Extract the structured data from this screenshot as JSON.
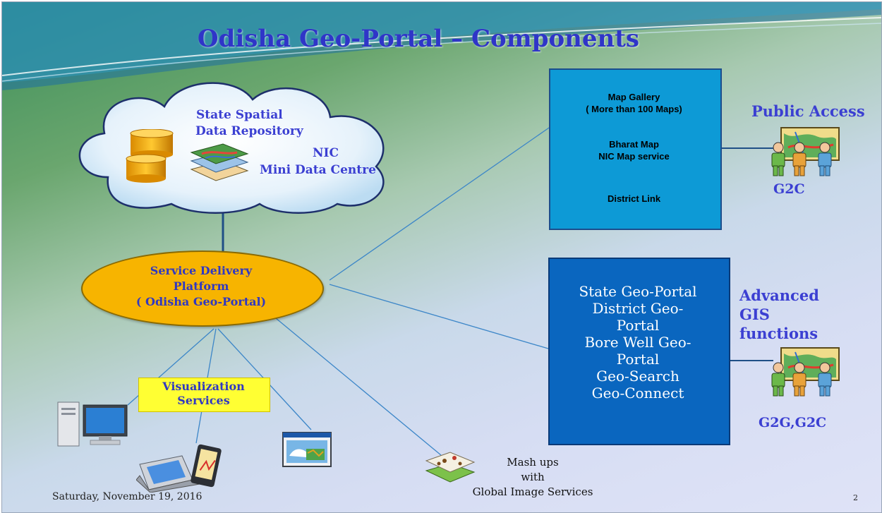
{
  "slide": {
    "title": "Odisha Geo-Portal – Components",
    "footer_date": "Saturday, November 19, 2016",
    "page_number": "2"
  },
  "repository": {
    "line1": "State Spatial",
    "line2": "Data Repository",
    "nic_line1": "NIC",
    "nic_line2": "Mini Data Centre",
    "icons": [
      "database-icon",
      "map-layers-icon"
    ]
  },
  "platform": {
    "line1": "Service Delivery",
    "line2": "Platform",
    "line3": "( Odisha Geo-Portal)"
  },
  "visualization": {
    "line1": "Visualization",
    "line2": "Services",
    "icons": [
      "desktop-computer-icon",
      "laptop-phone-icon",
      "map-window-icon"
    ]
  },
  "public_box": {
    "item1": "Map Gallery",
    "item2": "( More than 100 Maps)",
    "item3": "Bharat Map",
    "item4": "NIC Map service",
    "item5": "District Link"
  },
  "public_access": {
    "heading": "Public Access",
    "tag": "G2C"
  },
  "gis_box": {
    "lines": [
      "State Geo-Portal",
      "District Geo-",
      "Portal",
      "Bore Well Geo-",
      "Portal",
      "Geo-Search",
      "Geo-Connect"
    ]
  },
  "advanced": {
    "lines": [
      "Advanced",
      "GIS",
      "functions"
    ],
    "tag": "G2G,G2C"
  },
  "mashups": {
    "lines": [
      "Mash ups",
      "with",
      "Global Image Services"
    ]
  },
  "colors": {
    "title": "#2f35c8",
    "platform_fill": "#f7b400",
    "public_box_fill": "#0d9ad6",
    "gis_box_fill": "#0a66bf",
    "visualization_fill": "#ffff33"
  }
}
